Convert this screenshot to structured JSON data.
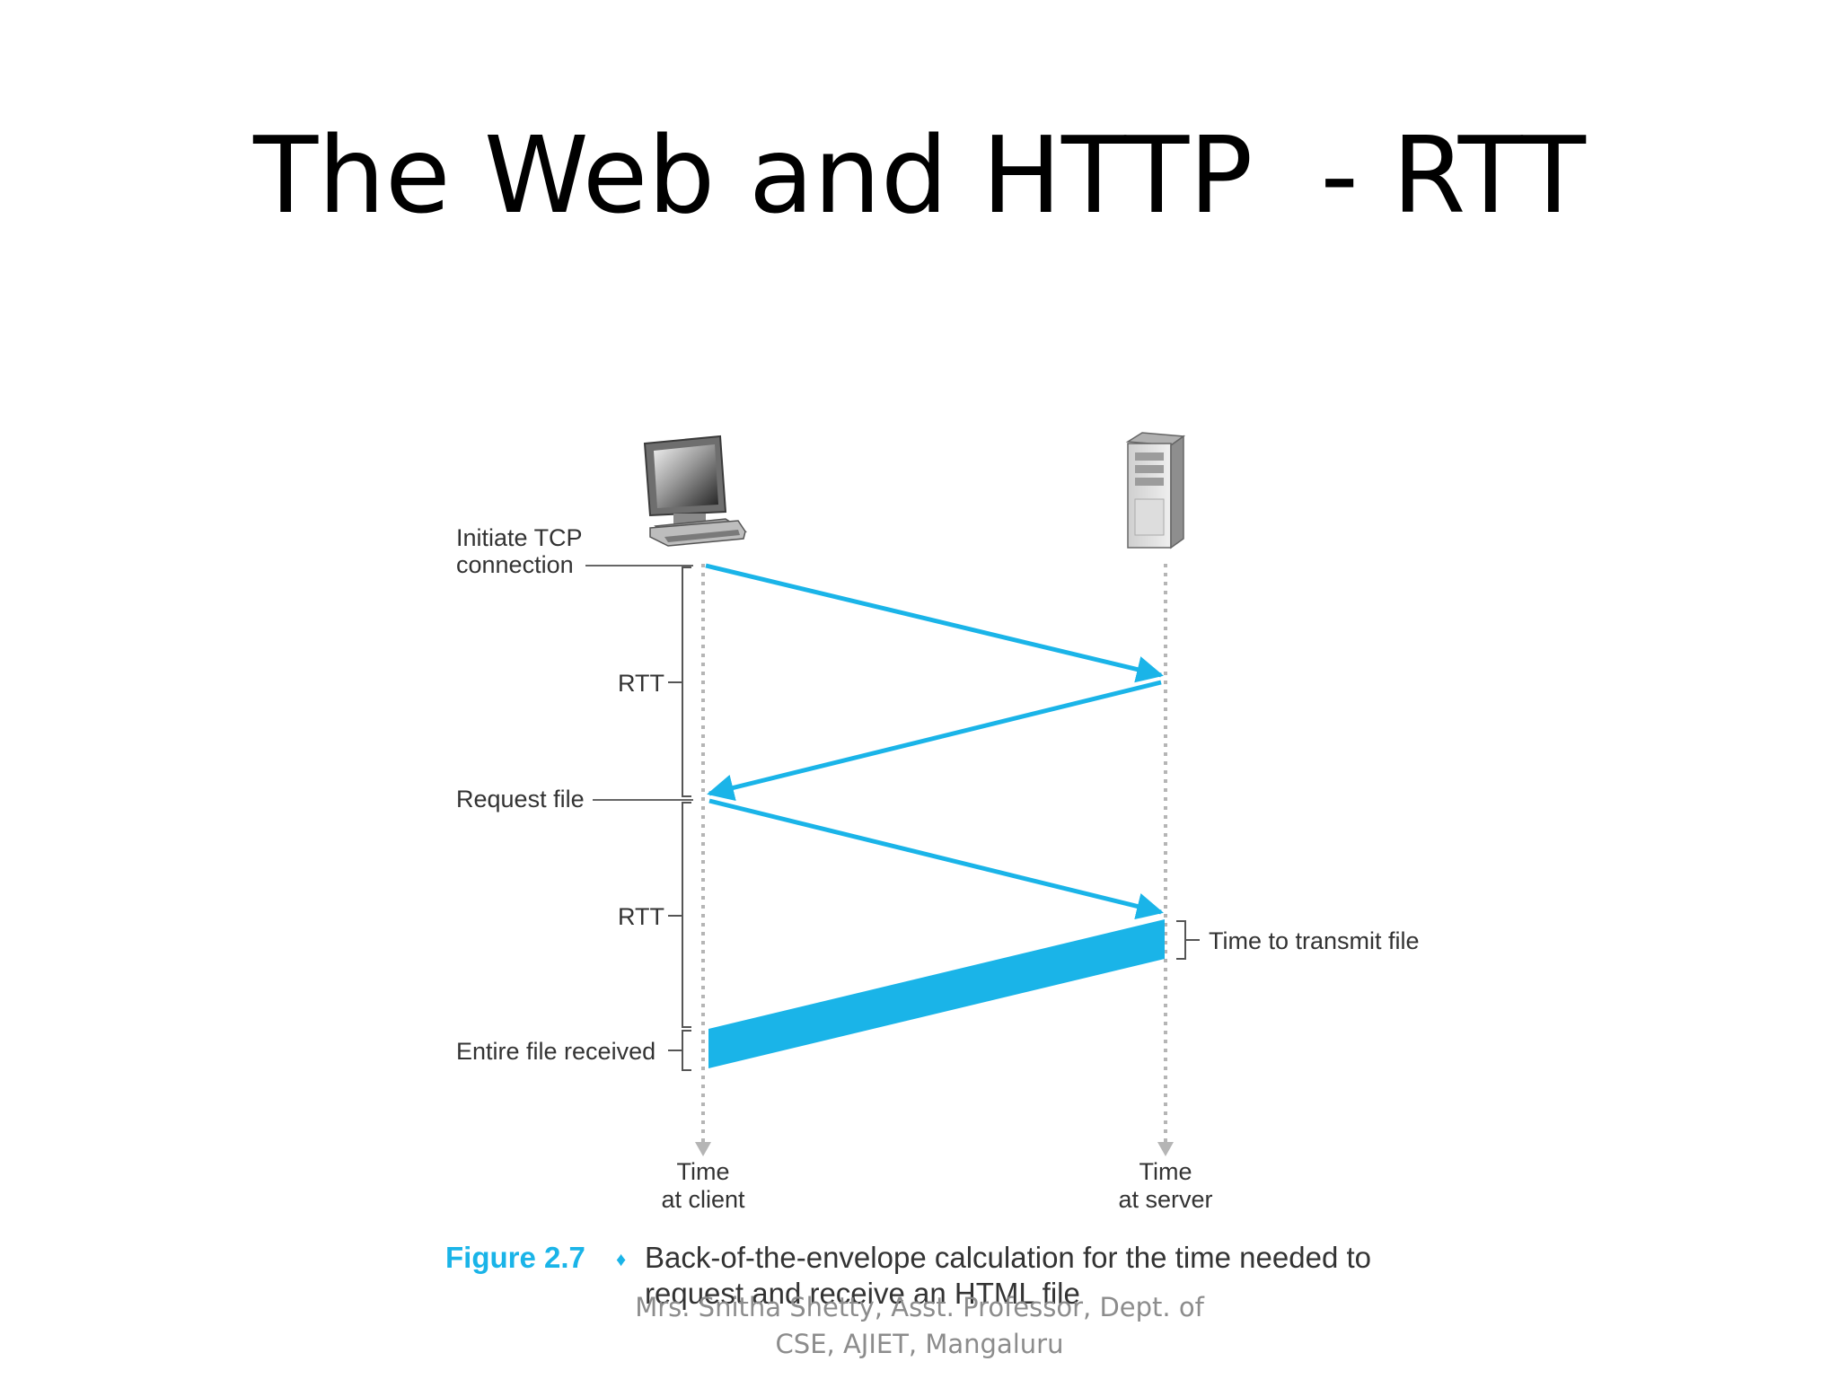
{
  "slide": {
    "title": "The Web and HTTP  - RTT",
    "footer_line1": "Mrs. Snitha Shetty, Asst. Professor, Dept. of",
    "footer_line2": "CSE, AJIET, Mangaluru"
  },
  "diagram": {
    "client_icon": "desktop-computer-icon",
    "server_icon": "tower-server-icon",
    "labels": {
      "initiate_line1": "Initiate TCP",
      "initiate_line2": "connection",
      "rtt_first": "RTT",
      "request_file": "Request file",
      "rtt_second": "RTT",
      "entire_file_received": "Entire file received",
      "time_to_transmit": "Time to transmit file",
      "client_time_line1": "Time",
      "client_time_line2": "at client",
      "server_time_line1": "Time",
      "server_time_line2": "at server"
    },
    "caption": {
      "figure_label": "Figure 2.7",
      "bullet": "♦",
      "line1": "Back-of-the-envelope calculation for the time needed to",
      "line2": "request and receive an HTML file"
    },
    "colors": {
      "message_arrow": "#1ab4e8",
      "figure_label": "#1ab4e8",
      "timeline": "#b5b5b5"
    }
  }
}
